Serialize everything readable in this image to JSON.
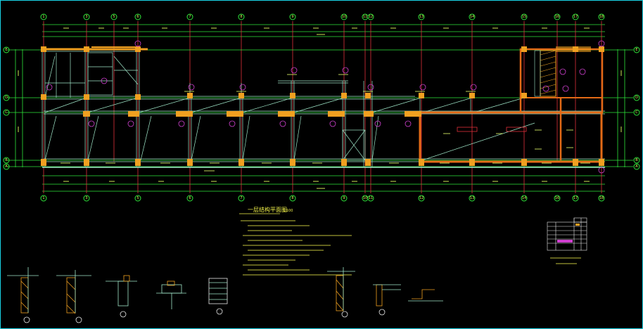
{
  "drawing": {
    "plan_title": "一层结构平面图",
    "plan_scale": "1:100",
    "table_title": "",
    "colors": {
      "frame": "#19d3e6",
      "grid_line": "#e0303a",
      "dimension": "#2ee63a",
      "wall": "#f0a020",
      "beam": "#9fe6c8",
      "text": "#f2f24a",
      "marker": "#d040d0",
      "background": "#000000"
    }
  },
  "axes": {
    "top_labels": [
      "1",
      "3",
      "5",
      "6",
      "7",
      "8",
      "9",
      "10",
      "11",
      "12",
      "13",
      "14",
      "15",
      "16",
      "17",
      "18"
    ],
    "bottom_labels": [
      "1",
      "3",
      "5",
      "6",
      "7",
      "8",
      "9",
      "10",
      "11",
      "12",
      "13",
      "14",
      "16",
      "17",
      "18"
    ],
    "side_labels": [
      "E",
      "D",
      "C",
      "B",
      "A"
    ]
  }
}
